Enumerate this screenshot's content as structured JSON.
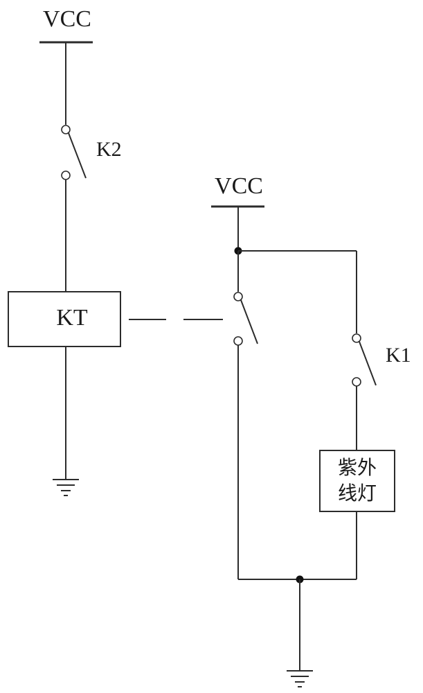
{
  "labels": {
    "vcc_left": "VCC",
    "vcc_right": "VCC",
    "switch_k2": "K2",
    "relay_kt": "KT",
    "switch_k1": "K1",
    "lamp_line1": "紫外",
    "lamp_line2": "线灯"
  },
  "colors": {
    "wire": "#2b2b2b",
    "node": "#111111",
    "text": "#1a1a1a",
    "background": "#ffffff"
  }
}
